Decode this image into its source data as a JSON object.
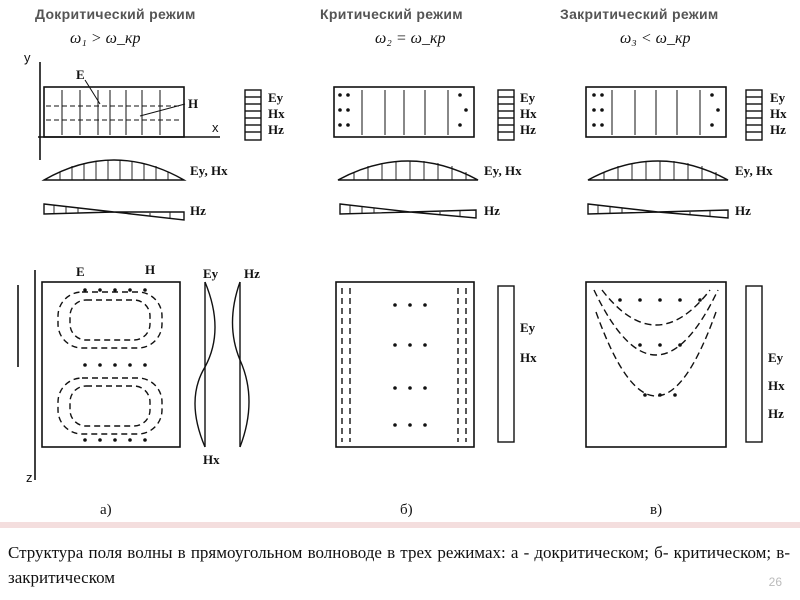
{
  "headers": {
    "subcritical": "Докритический режим",
    "critical": "Критический режим",
    "supercritical": "Закритический режим"
  },
  "conditions": {
    "subcritical": "ω₁ > ω_кр",
    "critical": "ω₂ = ω_кр",
    "supercritical": "ω₃ < ω_кр"
  },
  "labels": {
    "E": "E",
    "H": "H",
    "Ey": "Ey",
    "Hx": "Hx",
    "Hz": "Hz",
    "EyHx": "Ey, Hx",
    "y_axis": "y",
    "x_axis": "x",
    "z_axis": "z"
  },
  "sublabels": {
    "a": "а)",
    "b": "б)",
    "c": "в)"
  },
  "caption": "Структура поля волны в прямоугольном волноводе в трех режимах: а - докритическом; б- критическом; в- закритическом",
  "page_number": "26"
}
